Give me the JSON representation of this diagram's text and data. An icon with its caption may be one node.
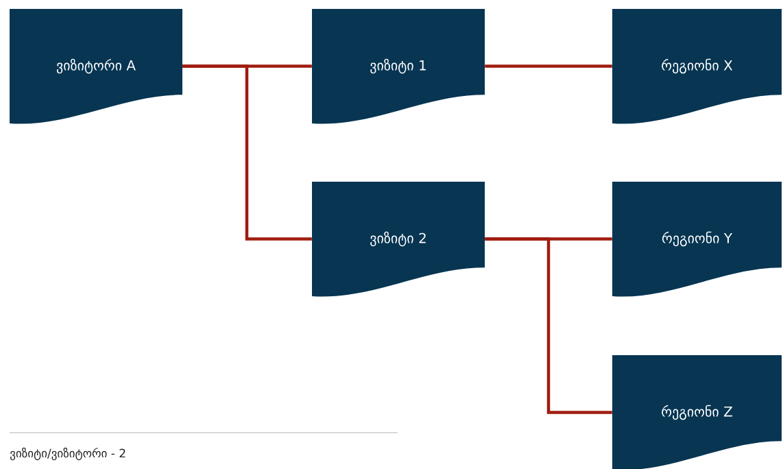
{
  "diagram": {
    "nodes": [
      {
        "text": [
          "ვიზიტორი A"
        ]
      },
      {
        "text": [
          "ვიზიტი 1"
        ]
      },
      {
        "text": [
          "რეგიონი X"
        ]
      },
      {
        "text": [
          "ვიზიტი 2"
        ]
      },
      {
        "text": [
          "რეგიონი Y"
        ]
      },
      {
        "text": [
          "რეგიონი Z"
        ]
      }
    ],
    "edges": [
      {
        "from": 0,
        "to": 1,
        "arrow": "none"
      },
      {
        "from": 0,
        "to": 3,
        "arrow": "none"
      },
      {
        "from": 1,
        "to": 2,
        "arrow": "none"
      },
      {
        "from": 3,
        "to": 4,
        "arrow": "none"
      },
      {
        "from": 3,
        "to": 5,
        "arrow": "none"
      }
    ],
    "labels": [
      "ვიზიტი/ვიზიტორი - 2"
    ]
  }
}
